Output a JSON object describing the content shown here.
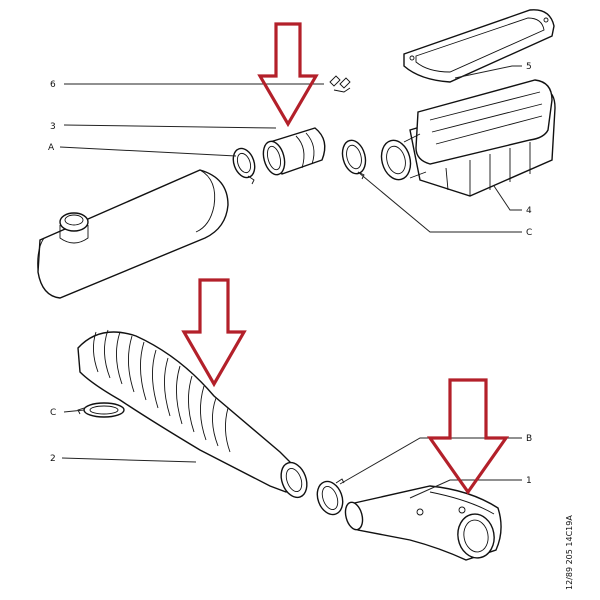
{
  "diagram": {
    "callouts": [
      {
        "id": "6",
        "text": "6"
      },
      {
        "id": "3",
        "text": "3"
      },
      {
        "id": "A",
        "text": "A"
      },
      {
        "id": "5",
        "text": "5"
      },
      {
        "id": "4",
        "text": "4"
      },
      {
        "id": "C_top",
        "text": "C"
      },
      {
        "id": "C_left",
        "text": "C"
      },
      {
        "id": "2",
        "text": "2"
      },
      {
        "id": "B",
        "text": "B"
      },
      {
        "id": "1",
        "text": "1"
      }
    ],
    "reference_code": "12/89  205  14C19A",
    "arrow_color": "#b3202a"
  }
}
